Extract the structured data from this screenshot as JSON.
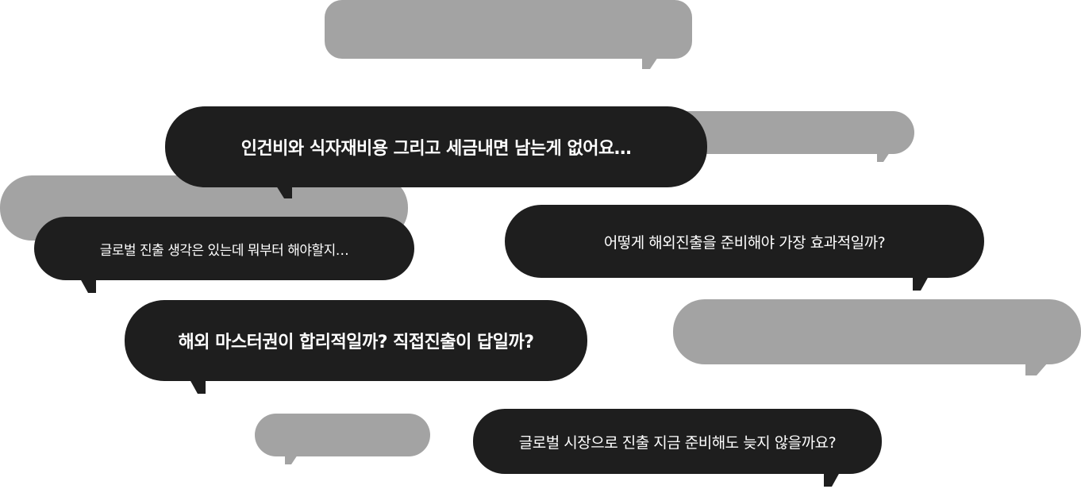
{
  "bubbles": {
    "gray": [
      {
        "id": "g1",
        "color": "#a3a3a3"
      },
      {
        "id": "g2",
        "color": "#a3a3a3"
      },
      {
        "id": "g3",
        "color": "#a3a3a3"
      },
      {
        "id": "g4",
        "color": "#a3a3a3"
      },
      {
        "id": "g5",
        "color": "#a3a3a3"
      }
    ],
    "dark": [
      {
        "id": "d1",
        "text": "인건비와 식자재비용 그리고 세금내면 남는게 없어요…"
      },
      {
        "id": "d2",
        "text": "글로벌 진출 생각은 있는데 뭐부터 해야할지…"
      },
      {
        "id": "d3",
        "text": "어떻게 해외진출을 준비해야 가장 효과적일까?"
      },
      {
        "id": "d4",
        "text": "해외 마스터권이 합리적일까? 직접진출이 답일까?"
      },
      {
        "id": "d5",
        "text": "글로벌 시장으로 진출 지금 준비해도 늦지 않을까요?"
      }
    ]
  },
  "colors": {
    "background": "#ffffff",
    "dark_bubble": "#1e1e1e",
    "gray_bubble": "#a3a3a3",
    "text": "#ffffff"
  }
}
